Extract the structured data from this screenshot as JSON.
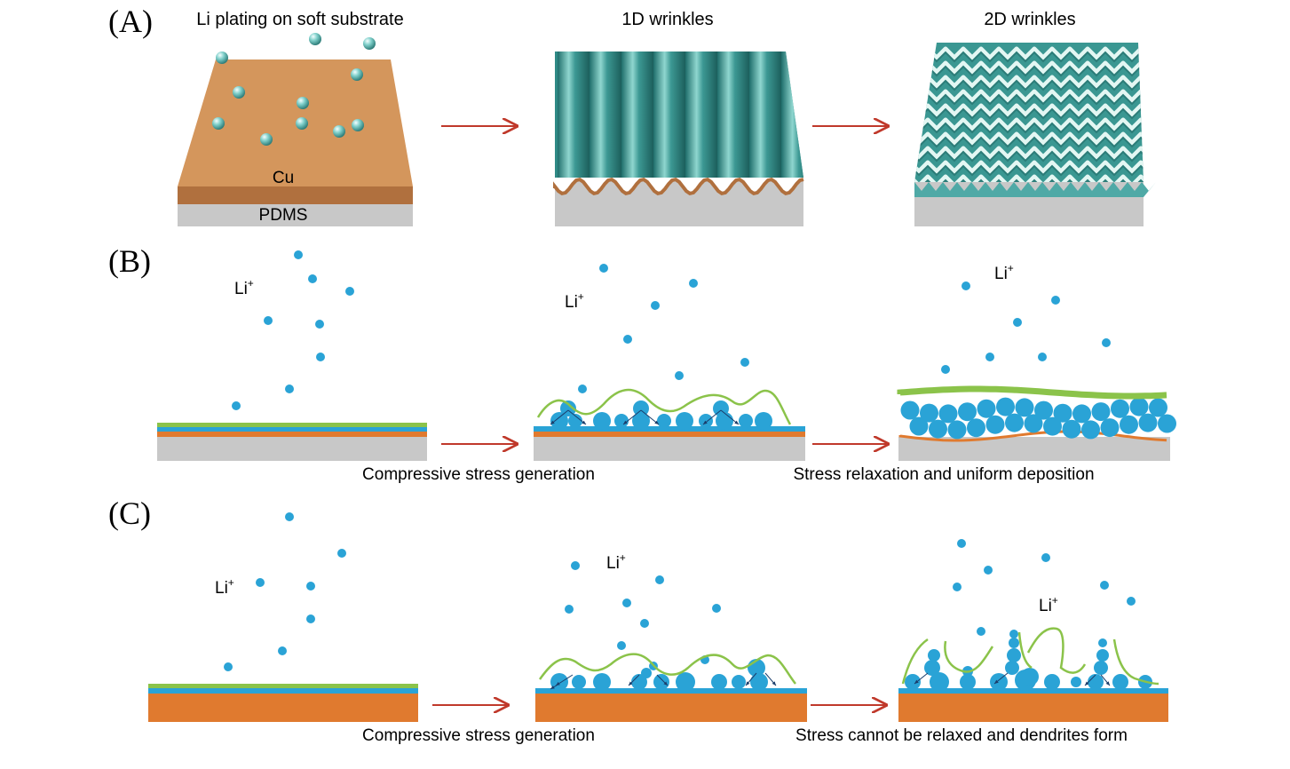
{
  "panels": {
    "a": {
      "letter": "(A)",
      "title_left": "Li plating on soft substrate",
      "title_mid": "1D wrinkles",
      "title_right": "2D wrinkles",
      "layer_top": "Cu",
      "layer_bottom": "PDMS"
    },
    "b": {
      "letter": "(B)",
      "ion_label": "Li",
      "ion_charge": "+",
      "caption_left": "Compressive stress generation",
      "caption_right": "Stress relaxation and uniform deposition"
    },
    "c": {
      "letter": "(C)",
      "ion_label": "Li",
      "ion_charge": "+",
      "caption_left": "Compressive stress generation",
      "caption_right": "Stress cannot be relaxed and dendrites form"
    }
  },
  "colors": {
    "copper": "#d4965c",
    "pdms": "#c8c8c8",
    "lithium_ion": "#2aa3d6",
    "sei_green": "#8bc34a",
    "arrow": "#c0392b",
    "wrinkle_teal": "#4fa9a6",
    "orange_layer": "#e07a2f"
  }
}
